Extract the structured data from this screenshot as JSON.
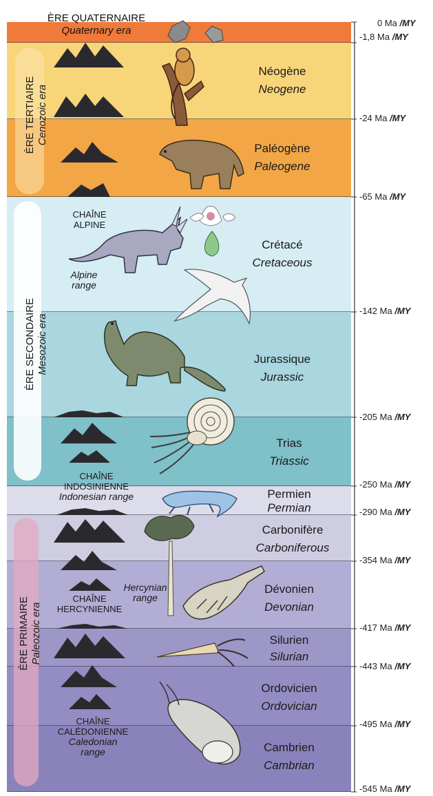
{
  "eras": {
    "quaternary": {
      "fr": "ÈRE QUATERNAIRE",
      "en": "Quaternary era"
    },
    "tertiary": {
      "fr": "ÈRE TERTIAIRE",
      "en": "Cenozoic era"
    },
    "secondary": {
      "fr": "ÈRE SECONDAIRE",
      "en": "Mesozoic era"
    },
    "primary": {
      "fr": "ÈRE PRIMAIRE",
      "en": "Paleozoic era"
    }
  },
  "periods": [
    {
      "fr": "Néogène",
      "en": "Neogene",
      "color": "#f9d57a"
    },
    {
      "fr": "Paléogène",
      "en": "Paleogene",
      "color": "#f2a646"
    },
    {
      "fr": "Crétacé",
      "en": "Cretaceous",
      "color": "#d6edf3"
    },
    {
      "fr": "Jurassique",
      "en": "Jurassic",
      "color": "#a9d6df"
    },
    {
      "fr": "Trias",
      "en": "Triassic",
      "color": "#7fc0c9"
    },
    {
      "fr": "Permien",
      "en": "Permian",
      "color": "#dcdcea"
    },
    {
      "fr": "Carbonifère",
      "en": "Carboniferous",
      "color": "#cfcde2"
    },
    {
      "fr": "Dévonien",
      "en": "Devonian",
      "color": "#b2add5"
    },
    {
      "fr": "Silurien",
      "en": "Silurian",
      "color": "#9d97c8"
    },
    {
      "fr": "Ordovicien",
      "en": "Ordovician",
      "color": "#948dc3"
    },
    {
      "fr": "Cambrien",
      "en": "Cambrian",
      "color": "#8a83bb"
    }
  ],
  "ticks": [
    {
      "value": "0 Ma",
      "unit": "/MY"
    },
    {
      "value": "-1,8 Ma",
      "unit": "/MY"
    },
    {
      "value": "-24 Ma",
      "unit": "/MY"
    },
    {
      "value": "-65 Ma",
      "unit": "/MY"
    },
    {
      "value": "-142 Ma",
      "unit": "/MY"
    },
    {
      "value": "-205 Ma",
      "unit": "/MY"
    },
    {
      "value": "-250 Ma",
      "unit": "/MY"
    },
    {
      "value": "-290 Ma",
      "unit": "/MY"
    },
    {
      "value": "-354 Ma",
      "unit": "/MY"
    },
    {
      "value": "-417 Ma",
      "unit": "/MY"
    },
    {
      "value": "-443 Ma",
      "unit": "/MY"
    },
    {
      "value": "-495 Ma",
      "unit": "/MY"
    },
    {
      "value": "-545 Ma",
      "unit": "/MY"
    }
  ],
  "ranges": {
    "alpine": {
      "fr1": "CHAÎNE",
      "fr2": "ALPINE",
      "en1": "Alpine",
      "en2": "range"
    },
    "indosinian": {
      "fr1": "CHAÎNE",
      "fr2": "INDOSINIENNE",
      "en": "Indonesian range"
    },
    "hercynian": {
      "fr1": "CHAÎNE",
      "fr2": "HERCYNIENNE",
      "en1": "Hercynian",
      "en2": "range"
    },
    "caledonian": {
      "fr1": "CHAÎNE",
      "fr2": "CALÉDONIENNE",
      "en1": "Caledonian",
      "en2": "range"
    }
  },
  "colors": {
    "quaternary": "#ef7a3a",
    "mountain": "#2a2a2e",
    "line": "#333333"
  }
}
